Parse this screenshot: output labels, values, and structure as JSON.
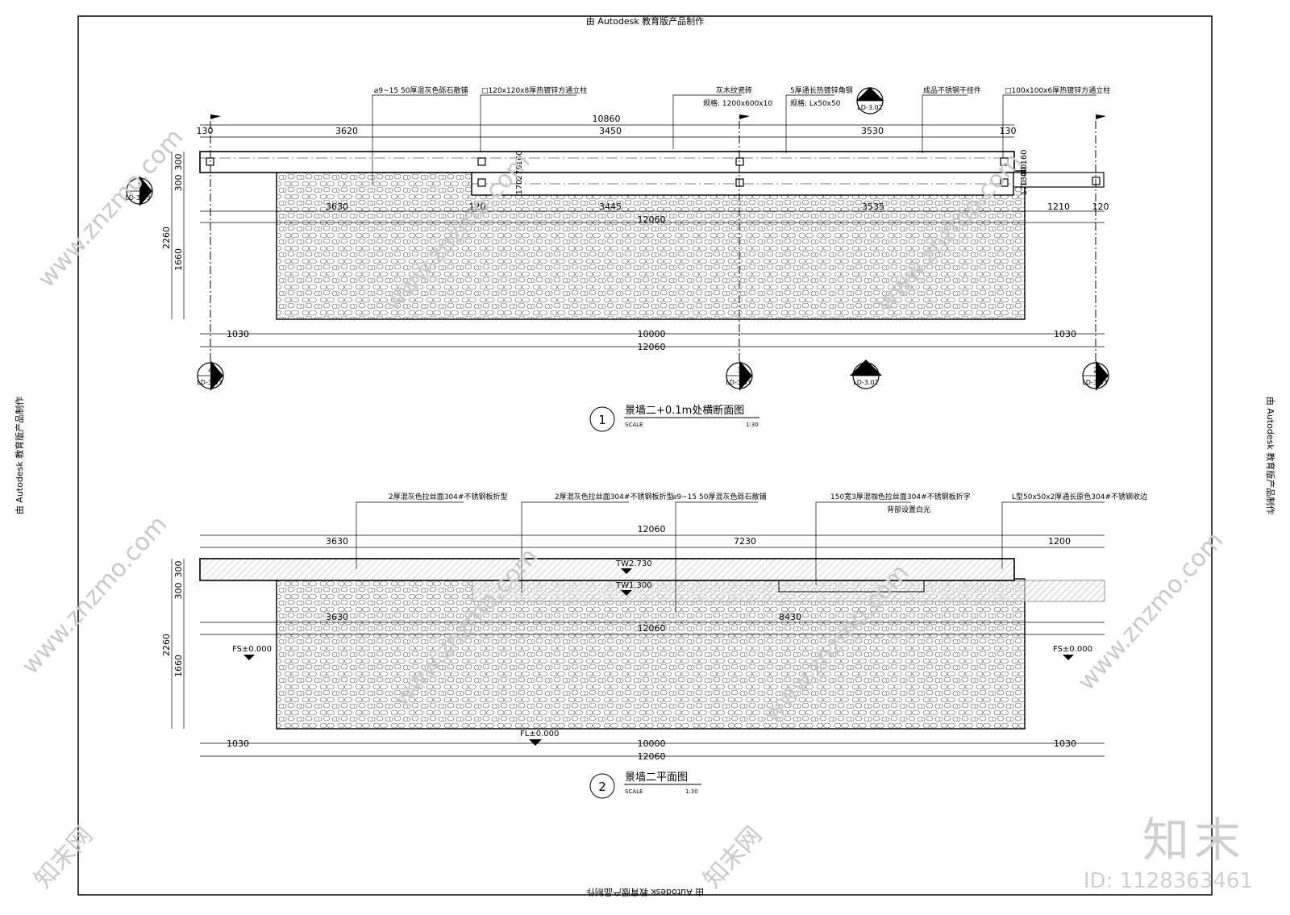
{
  "edu_stamp": "由 Autodesk 教育版产品制作",
  "plan1": {
    "title": "景墙二+0.1m处横断面图",
    "scale_label": "SCALE",
    "scale_value": "1:30",
    "number": "1",
    "callouts": [
      "⌀9~15 50厚混灰色砾石散铺",
      "□120x120x8厚热镀锌方通立柱",
      "灰木纹瓷砖",
      "规格: 1200x600x10",
      "5厚通长热镀锌角钢",
      "规格: Lx50x50",
      "成品不锈钢干挂件",
      "□100x100x6厚热镀锌方通立柱"
    ],
    "dims_top": [
      "10860",
      "130",
      "3620",
      "3450",
      "3530",
      "130"
    ],
    "dims_mid": [
      "3630",
      "120",
      "3445",
      "3535",
      "12060",
      "1210",
      "120"
    ],
    "dims_left": [
      "300",
      "300",
      "2260",
      "1660"
    ],
    "dims_right": [
      "160",
      "60",
      "170",
      "130",
      "40"
    ],
    "dims_vert_mid": [
      "170",
      "270",
      "160"
    ],
    "dims_bottom": [
      "1030",
      "10000",
      "1030",
      "12060"
    ],
    "markers": [
      {
        "num": "1",
        "ref": "LD-3.03"
      },
      {
        "num": "2",
        "ref": "LD-3.02"
      },
      {
        "num": "4",
        "ref": "LD-3.03"
      },
      {
        "num": "3",
        "ref": "LD-3.03"
      },
      {
        "num": "1",
        "ref": "LD-3.02"
      },
      {
        "num": "2",
        "ref": "LD-3.03"
      }
    ]
  },
  "plan2": {
    "title": "景墙二平面图",
    "scale_label": "SCALE",
    "scale_value": "1:30",
    "number": "2",
    "callouts": [
      "2厚混灰色拉丝面304#不锈钢板折型",
      "2厚混灰色拉丝面304#不锈钢板折型",
      "⌀9~15 50厚混灰色砾石散铺",
      "150宽3厚混咖色拉丝面304#不锈钢板折字",
      "背部设置白光",
      "L型50x50x2厚通长原色304#不锈钢收边"
    ],
    "dims_top": [
      "12060",
      "3630",
      "7230",
      "1200"
    ],
    "dims_mid": [
      "3630",
      "8430",
      "12060"
    ],
    "dims_left": [
      "300",
      "300",
      "2260",
      "1660"
    ],
    "dims_bottom": [
      "1030",
      "10000",
      "1030",
      "12060"
    ],
    "levels": [
      "TW2.730",
      "TW1.300",
      "FS±0.000",
      "FS±0.000",
      "FL±0.000"
    ]
  },
  "watermark": {
    "site": "www.znzmo.com",
    "logo_text": "知末网",
    "brand": "知末",
    "id_label": "ID: 1128363461"
  }
}
